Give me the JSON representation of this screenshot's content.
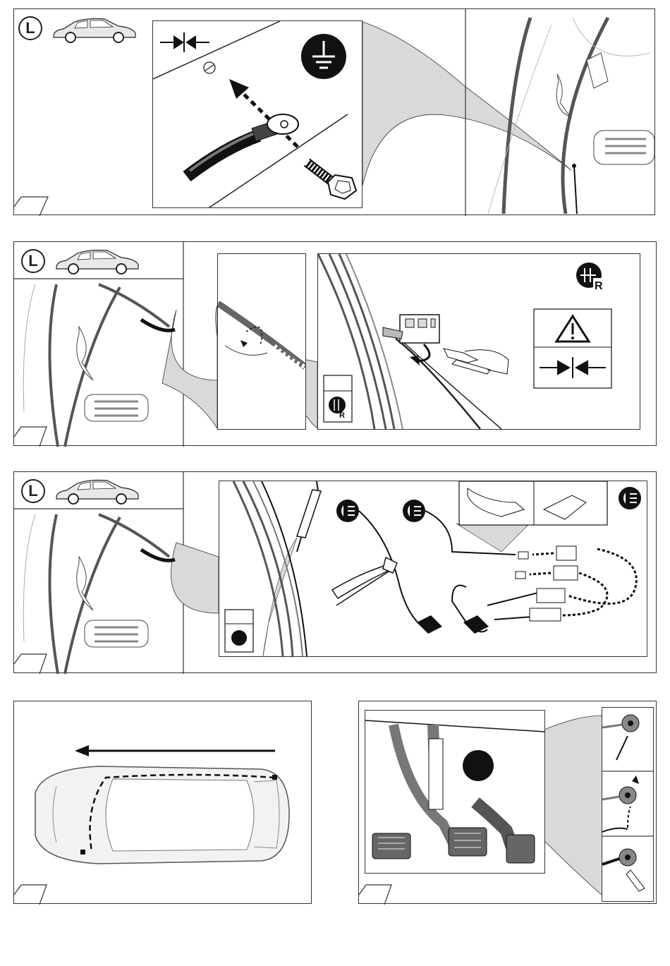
{
  "steps": [
    {
      "side_badge": "L",
      "icons": [
        "car-left-side-icon",
        "ground-symbol-icon",
        "clamp-arrows-icon"
      ]
    },
    {
      "side_badge": "L",
      "icons": [
        "car-left-side-icon",
        "reverse-light-icon",
        "warning-triangle-icon",
        "clamp-arrows-icon"
      ],
      "reverse_badge_letter": "R"
    },
    {
      "side_badge": "L",
      "icons": [
        "car-left-side-icon",
        "fog-light-icon",
        "test-lamp-icon",
        "cutting-pliers-icon"
      ]
    },
    {
      "icons": [
        "car-top-view-icon",
        "direction-arrow-icon"
      ]
    },
    {
      "icons": [
        "pedal-area-icon",
        "grommet-icon"
      ]
    }
  ],
  "colors": {
    "line": "#222222",
    "cable_gray": "#777777",
    "zoom_fill": "#d9d9d9",
    "panel_border": "#333333"
  }
}
